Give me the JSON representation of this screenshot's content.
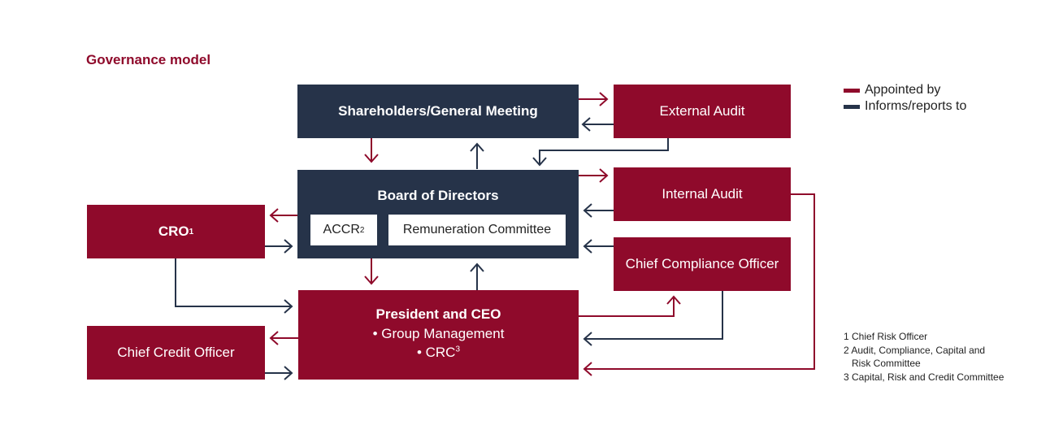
{
  "title": "Governance model",
  "colors": {
    "appointed": "#8f0a2b",
    "informs": "#263349"
  },
  "legend": {
    "appointed": "Appointed by",
    "informs": "Informs/reports to"
  },
  "nodes": {
    "shareholders": "Shareholders/General Meeting",
    "external_audit": "External Audit",
    "board": "Board of Directors",
    "accr": "ACCR",
    "accr_sup": "2",
    "remuneration": "Remuneration Committee",
    "internal_audit": "Internal Audit",
    "cro": "CRO",
    "cro_sup": "1",
    "cco": "Chief Compliance Officer",
    "ceo_title": "President and CEO",
    "ceo_item1": "• Group Management",
    "ceo_item2": "• CRC",
    "ceo_item2_sup": "3",
    "credit_officer": "Chief Credit Officer"
  },
  "footnotes": {
    "n1": "1 Chief Risk Officer",
    "n2a": "2 Audit, Compliance, Capital and",
    "n2b": "Risk Committee",
    "n3": "3 Capital, Risk and Credit Committee"
  }
}
